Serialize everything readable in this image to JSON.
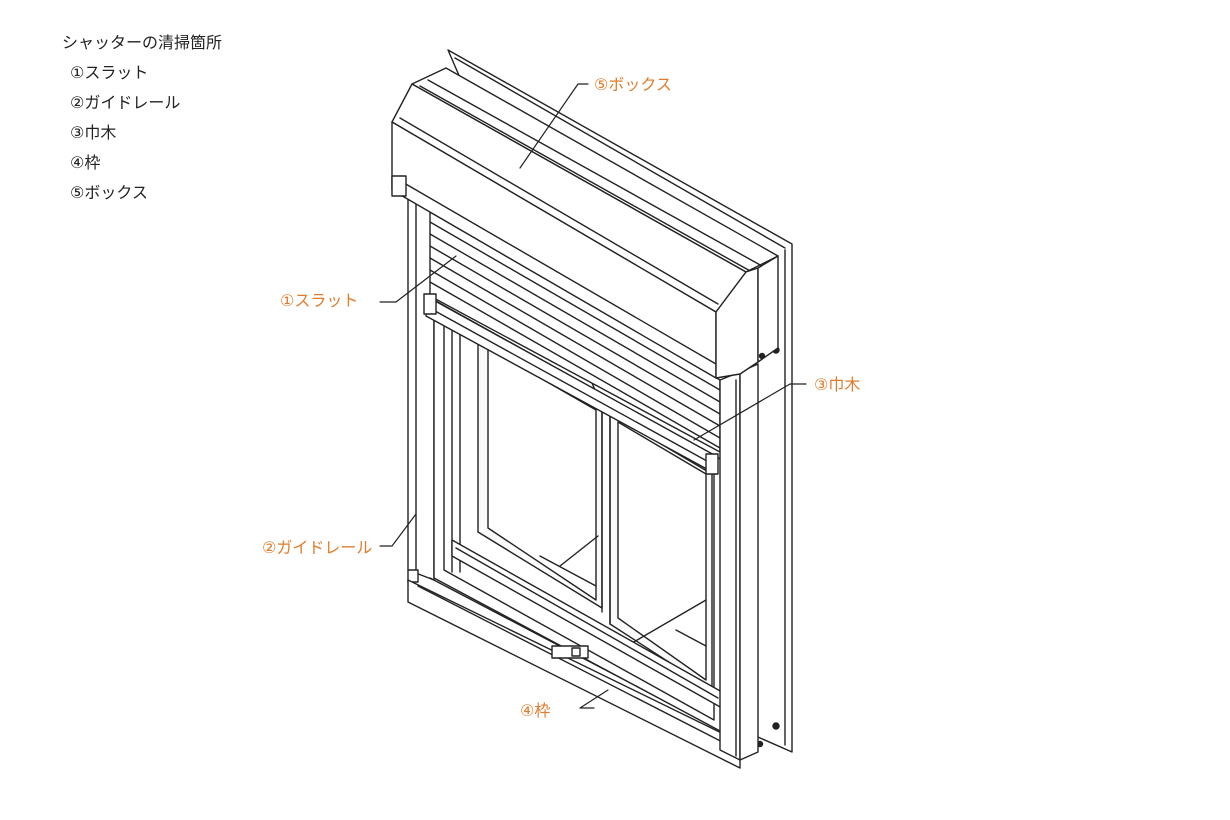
{
  "title": "シャッターの清掃箇所",
  "items": [
    {
      "label": "①スラット"
    },
    {
      "label": "②ガイドレール"
    },
    {
      "label": "③巾木"
    },
    {
      "label": "④枠"
    },
    {
      "label": "⑤ボックス"
    }
  ],
  "callouts": {
    "slat": "①スラット",
    "guide_rail": "②ガイドレール",
    "baseboard": "③巾木",
    "frame": "④枠",
    "box": "⑤ボックス"
  },
  "colors": {
    "callout_text": "#e07c2c",
    "line": "#222222"
  }
}
